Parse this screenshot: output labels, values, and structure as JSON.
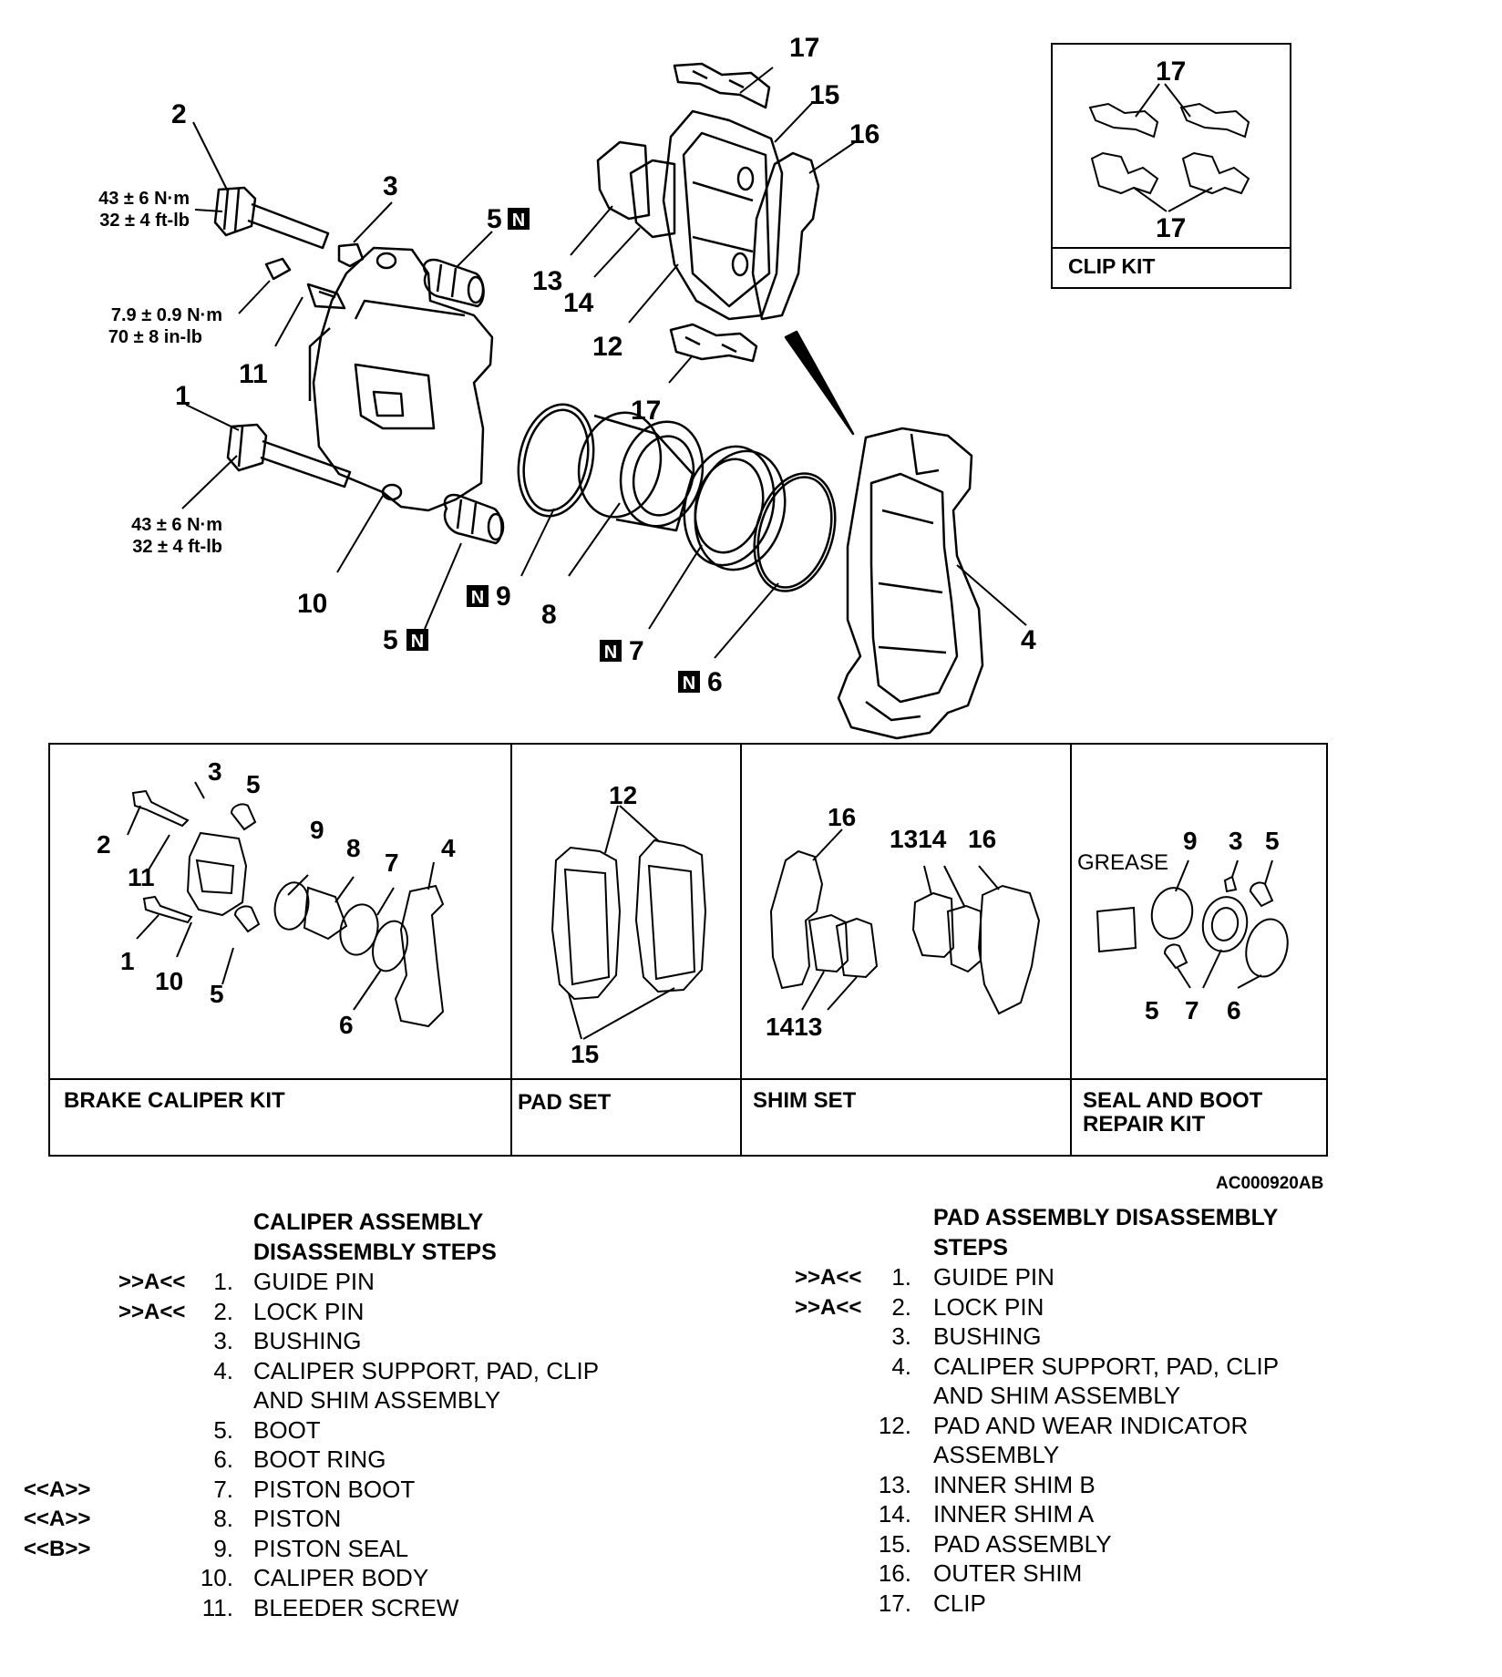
{
  "exploded_view": {
    "callouts": {
      "c1": "1",
      "c2": "2",
      "c3": "3",
      "c4": "4",
      "c5a": "5",
      "c5b": "5",
      "c6": "6",
      "c7": "7",
      "c8": "8",
      "c9": "9",
      "c10": "10",
      "c11": "11",
      "c12": "12",
      "c13": "13",
      "c14": "14",
      "c15": "15",
      "c16": "16",
      "c17a": "17",
      "c17b": "17"
    },
    "badge_letter": "N",
    "torque_guide_top": [
      "43 ± 6 N·m",
      "32 ± 4 ft-lb"
    ],
    "torque_bleeder": [
      "7.9 ± 0.9 N·m",
      "70 ± 8 in-lb"
    ],
    "torque_guide_bottom": [
      "43 ± 6 N·m",
      "32 ± 4 ft-lb"
    ]
  },
  "clip_kit_inset": {
    "label": "CLIP KIT",
    "callout_top": "17",
    "callout_bottom": "17"
  },
  "kits": [
    {
      "label": "BRAKE CALIPER KIT",
      "callouts": [
        "3",
        "5",
        "2",
        "9",
        "8",
        "7",
        "4",
        "11",
        "1",
        "10",
        "5",
        "6"
      ]
    },
    {
      "label": "PAD SET",
      "callouts": [
        "12",
        "15"
      ]
    },
    {
      "label": "SHIM SET",
      "callouts": [
        "16",
        "1314",
        "16",
        "1413"
      ]
    },
    {
      "label_lines": [
        "SEAL AND BOOT",
        "REPAIR KIT"
      ],
      "grease_label": "GREASE",
      "callouts": [
        "9",
        "3",
        "5",
        "5",
        "7",
        "6"
      ]
    }
  ],
  "figure_code": "AC000920AB",
  "caliper_steps": {
    "heading_lines": [
      "CALIPER ASSEMBLY",
      "DISASSEMBLY STEPS"
    ],
    "items": [
      {
        "marker": ">>A<<",
        "num": "1.",
        "lines": [
          "GUIDE PIN"
        ]
      },
      {
        "marker": ">>A<<",
        "num": "2.",
        "lines": [
          "LOCK PIN"
        ]
      },
      {
        "marker": "",
        "num": "3.",
        "lines": [
          "BUSHING"
        ]
      },
      {
        "marker": "",
        "num": "4.",
        "lines": [
          "CALIPER SUPPORT, PAD, CLIP",
          "AND SHIM ASSEMBLY"
        ]
      },
      {
        "marker": "",
        "num": "5.",
        "lines": [
          "BOOT"
        ]
      },
      {
        "marker": "",
        "num": "6.",
        "lines": [
          "BOOT RING"
        ]
      },
      {
        "marker": "<<A>>",
        "num": "7.",
        "lines": [
          "PISTON BOOT"
        ]
      },
      {
        "marker": "<<A>>",
        "num": "8.",
        "lines": [
          "PISTON"
        ]
      },
      {
        "marker": "<<B>>",
        "num": "9.",
        "lines": [
          "PISTON SEAL"
        ]
      },
      {
        "marker": "",
        "num": "10.",
        "lines": [
          "CALIPER BODY"
        ]
      },
      {
        "marker": "",
        "num": "11.",
        "lines": [
          "BLEEDER SCREW"
        ]
      }
    ]
  },
  "pad_steps": {
    "heading_lines": [
      "PAD ASSEMBLY DISASSEMBLY",
      "STEPS"
    ],
    "items": [
      {
        "marker": ">>A<<",
        "num": "1.",
        "lines": [
          "GUIDE PIN"
        ]
      },
      {
        "marker": ">>A<<",
        "num": "2.",
        "lines": [
          "LOCK PIN"
        ]
      },
      {
        "marker": "",
        "num": "3.",
        "lines": [
          "BUSHING"
        ]
      },
      {
        "marker": "",
        "num": "4.",
        "lines": [
          "CALIPER SUPPORT, PAD, CLIP",
          "AND SHIM ASSEMBLY"
        ]
      },
      {
        "marker": "",
        "num": "12.",
        "lines": [
          "PAD AND WEAR INDICATOR",
          "ASSEMBLY"
        ]
      },
      {
        "marker": "",
        "num": "13.",
        "lines": [
          "INNER SHIM B"
        ]
      },
      {
        "marker": "",
        "num": "14.",
        "lines": [
          "INNER SHIM A"
        ]
      },
      {
        "marker": "",
        "num": "15.",
        "lines": [
          "PAD ASSEMBLY"
        ]
      },
      {
        "marker": "",
        "num": "16.",
        "lines": [
          "OUTER SHIM"
        ]
      },
      {
        "marker": "",
        "num": "17.",
        "lines": [
          "CLIP"
        ]
      }
    ]
  }
}
